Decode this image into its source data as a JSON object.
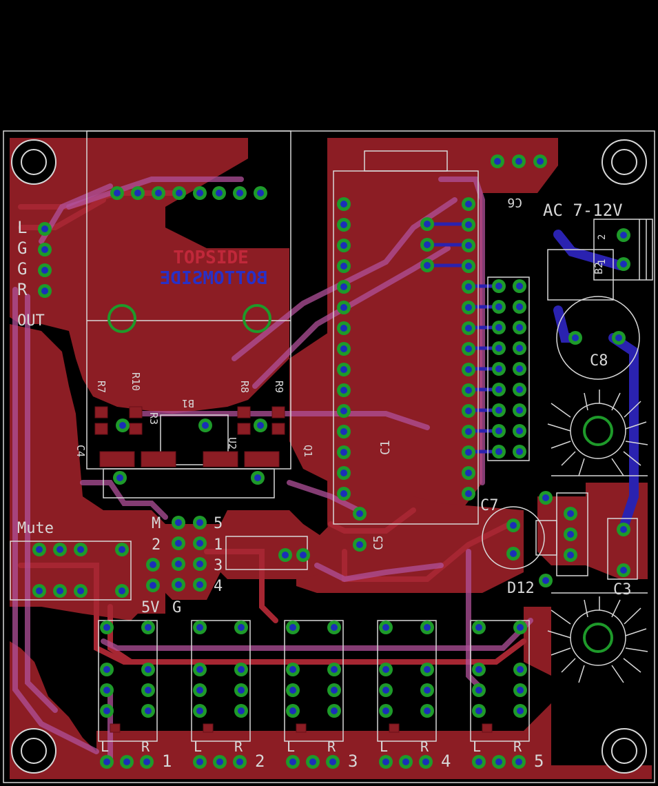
{
  "colors": {
    "background": "#000000",
    "copper_top": "#8c1d24",
    "copper_top_trace": "#a0222c",
    "copper_bottom": "#2a22b0",
    "via_overlap": "#b0509a",
    "pad_ring": "#1e9a2a",
    "pad_drill": "#2040c8",
    "silkscreen": "#d8d8d8",
    "topside_text": "#c0283a",
    "bottomside_text": "#2830c8"
  },
  "labels": {
    "topside": "TOPSIDE",
    "bottomside": "BOTTOMSIDE",
    "ac_input": "AC 7-12V",
    "out": "OUT",
    "mute": "Mute",
    "pin_l": "L",
    "pin_g1": "G",
    "pin_g2": "G",
    "pin_r": "R",
    "c7": "C7",
    "c8": "C8",
    "c3": "C3",
    "d12": "D12",
    "c1": "C1",
    "c5": "C5",
    "c6": "C6",
    "sel_m": "M",
    "sel_5": "5",
    "sel_2": "2",
    "sel_1": "1",
    "sel_3": "3",
    "sel_4": "4",
    "power_5v": "5V",
    "power_g": "G",
    "r7": "R7",
    "r10": "R10",
    "r8": "R8",
    "r9": "R9",
    "r3": "R3",
    "b1": "B1",
    "u2": "U2",
    "c4": "C4",
    "q1": "Q1",
    "b2": "B2",
    "term1": "1",
    "term2": "2"
  },
  "channels": [
    {
      "num": "1",
      "left": "L",
      "right": "R"
    },
    {
      "num": "2",
      "left": "L",
      "right": "R"
    },
    {
      "num": "3",
      "left": "L",
      "right": "R"
    },
    {
      "num": "4",
      "left": "L",
      "right": "R"
    },
    {
      "num": "5",
      "left": "L",
      "right": "R"
    }
  ]
}
